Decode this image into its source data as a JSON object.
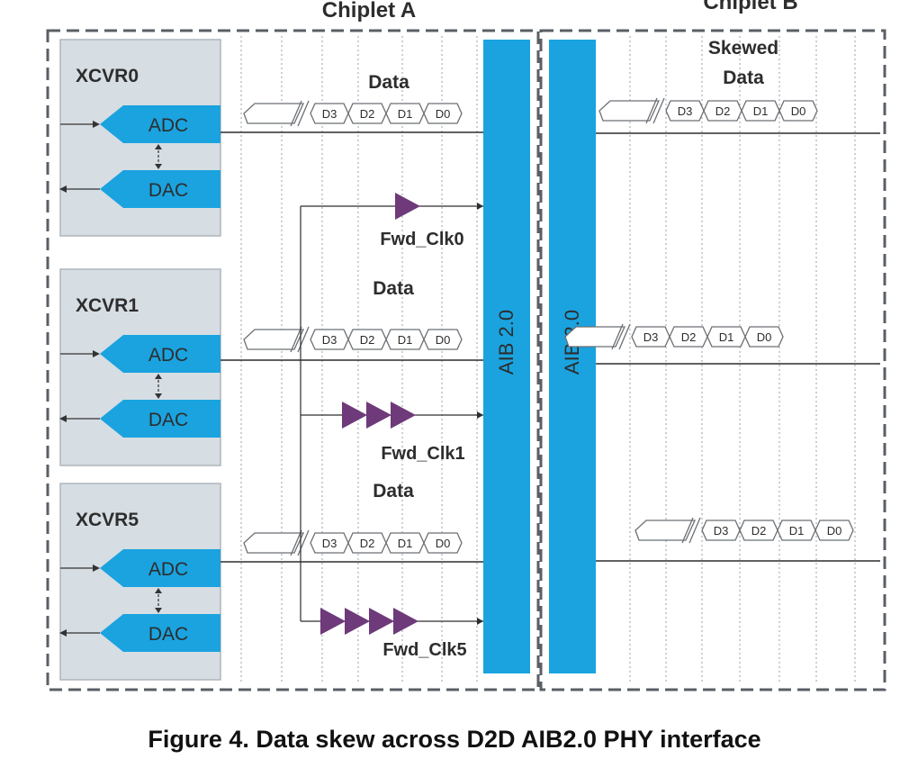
{
  "figure": {
    "caption": "Figure 4. Data skew across D2D AIB2.0 PHY interface",
    "chiplet_a_label": "Chiplet A",
    "chiplet_b_label": "Chiplet B",
    "aib_label": "AIB 2.0",
    "data_label": "Data",
    "skewed_data_label_line1": "Skewed",
    "skewed_data_label_line2": "Data",
    "adc_label": "ADC",
    "dac_label": "DAC",
    "transceivers": [
      "XCVR0",
      "XCVR1",
      "XCVR5"
    ],
    "forward_clocks": [
      {
        "label": "Fwd_Clk0",
        "buffers": 1
      },
      {
        "label": "Fwd_Clk1",
        "buffers": 3
      },
      {
        "label": "Fwd_Clk5",
        "buffers": 4
      }
    ],
    "data_bits": [
      "D3",
      "D2",
      "D1",
      "D0"
    ],
    "colors": {
      "aib_block": "#1aa3df",
      "adc_dac": "#1aa3df",
      "xcvr_box": "#d6dde3",
      "buffer": "#6e3a7a",
      "dashed_border": "#5a5f66"
    }
  }
}
